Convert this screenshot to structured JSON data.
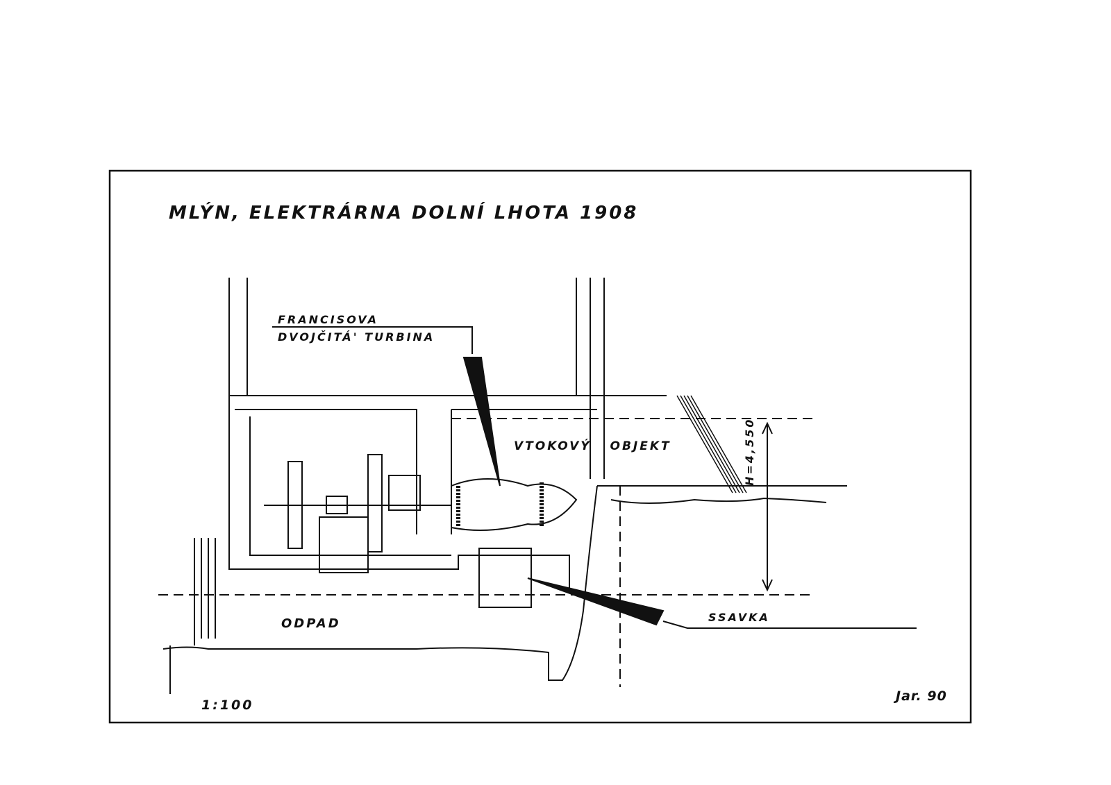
{
  "title": "MLÝN, ELEKTRÁRNA DOLNÍ LHOTA 1908",
  "labels": {
    "turbine_line1": "FRANCISOVA",
    "turbine_line2": "DVOJČITÁ' TURBINA",
    "intake": "VTOKOVÝ OBJEKT",
    "head": "H=4,550",
    "outflow": "ODPAD",
    "draft_tube": "SSAVKA",
    "scale": "1:100",
    "signature": "Jar. 90"
  }
}
